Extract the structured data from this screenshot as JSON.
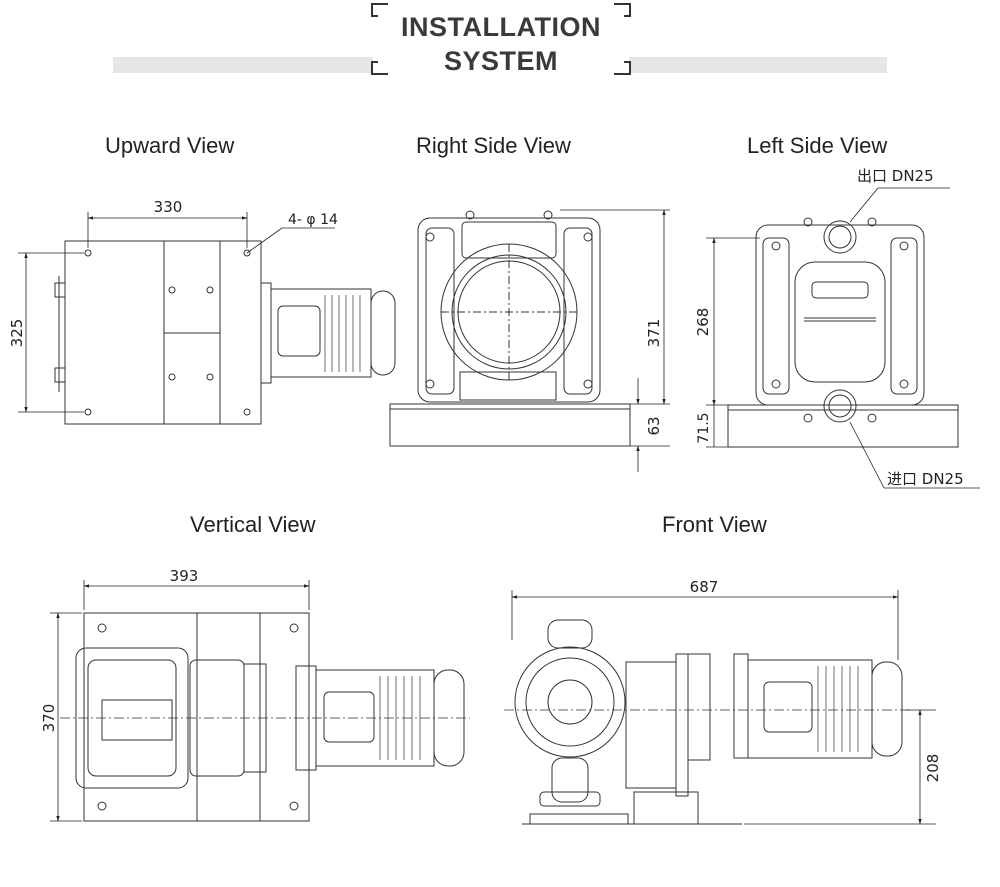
{
  "header": {
    "title_line1": "INSTALLATION",
    "title_line2": "SYSTEM"
  },
  "views": {
    "upward": {
      "title": "Upward View",
      "dim_width": "330",
      "dim_height": "325",
      "hole_note": "4- φ 14"
    },
    "right": {
      "title": "Right Side View",
      "dim_height": "371",
      "dim_base": "63"
    },
    "left": {
      "title": "Left Side View",
      "outlet": "出口 DN25",
      "inlet": "进口 DN25",
      "dim_height": "268",
      "dim_base": "71.5"
    },
    "vertical": {
      "title": "Vertical View",
      "dim_width": "393",
      "dim_height": "370"
    },
    "front": {
      "title": "Front View",
      "dim_width": "687",
      "dim_height": "208"
    }
  }
}
